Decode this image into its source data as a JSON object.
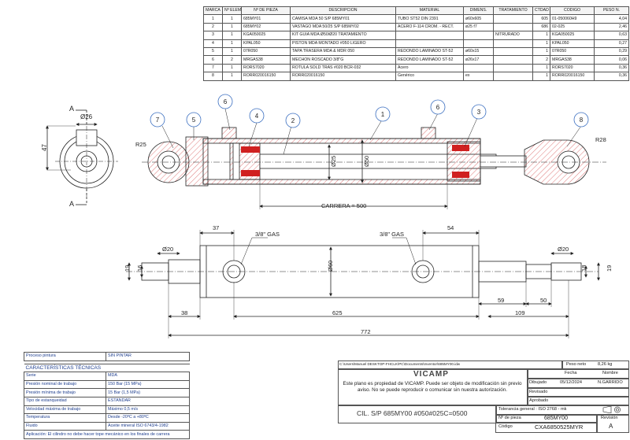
{
  "bom": {
    "headers": [
      "MARCA",
      "Nº ELEM",
      "Nº DE PIEZA",
      "DESCRIPCION",
      "MATERIAL",
      "DIMENS.",
      "TRATAMIENTO",
      "CTDAD",
      "CODIGO",
      "PESO N."
    ],
    "rows": [
      [
        "1",
        "1",
        "685MY01",
        "CAMISA MDA 50 S/P 685MY01",
        "TUBO ST52 DIN 2391",
        "ø60x605",
        "",
        "605",
        "01-050060H9",
        "4,04"
      ],
      [
        "2",
        "1",
        "685MY02",
        "VASTAGO MDA 50/25 S/P 685MY02",
        "ACERO F-114 CROM. - RECT.",
        "ø25 f7",
        "",
        "686",
        "02-025",
        "2,46"
      ],
      [
        "3",
        "1",
        "KGA050025",
        "KIT GUIA MDA Ø50/Ø20 TRATAMIENTO",
        "",
        "",
        "NITRURADO",
        "1",
        "KGA050025",
        "0,63"
      ],
      [
        "4",
        "1",
        "KPAL050",
        "PISTON MDA MONTADO #050 LIGERO",
        "",
        "",
        "",
        "1",
        "KPAL050",
        "0,27"
      ],
      [
        "5",
        "1",
        "07R050",
        "TAPA TRASERA MDA & MDR 050",
        "REDONDO LAMINADO ST-52",
        "ø60x15",
        "",
        "1",
        "07R050",
        "0,29"
      ],
      [
        "6",
        "2",
        "MRGAS38",
        "MECHON ROSCADO 3/8\"G",
        "REDONDO LAMINADO ST-52",
        "ø26x17",
        "",
        "2",
        "MRGAS38",
        "0,06"
      ],
      [
        "7",
        "1",
        "RORS7020",
        "ROTULA SOLD TRAS #020 BCR-032",
        "Acero",
        "",
        "",
        "1",
        "RORS7020",
        "0,36"
      ],
      [
        "8",
        "1",
        "RORR020016150",
        "RORR020016150",
        "Genérico",
        "ex",
        "",
        "1",
        "RORR020016150",
        "0,36"
      ]
    ]
  },
  "drawing": {
    "section_label": "A",
    "balloons": [
      "7",
      "5",
      "6",
      "4",
      "2",
      "1",
      "6",
      "3",
      "8"
    ],
    "dims": {
      "d26": "Ø26",
      "r25": "R25",
      "d47": "47",
      "d25": "Ø25",
      "d50": "Ø50",
      "carrera": "CARRERA = 500",
      "r28": "R28",
      "d37": "37",
      "gas": "3/8\" GAS",
      "d54": "54",
      "d20": "Ø20",
      "d19": "19",
      "d16": "16",
      "d60": "Ø60",
      "d18": "18",
      "d59": "59",
      "d50b": "50",
      "d38": "38",
      "d625": "625",
      "d109": "109",
      "d772": "772"
    }
  },
  "titleblock_left": {
    "proceso_label": "Proceso pintura",
    "proceso_value": "SIN PINTAR",
    "heading": "CARACTERÍSTICAS TÉCNICAS",
    "rows": [
      [
        "Serie",
        "MDA"
      ],
      [
        "Presión nominal de trabajo",
        "150 Bar (15 MPa)"
      ],
      [
        "Presión mínima de trabajo",
        "15 Bar (1,5 MPa)"
      ],
      [
        "Tipo de estanqueidad",
        "ESTANDAR"
      ],
      [
        "Velocidad máxima de trabajo",
        "Máximo 0,5 m/s"
      ],
      [
        "Temperatura",
        "Desde -20ºC a +80ºC"
      ],
      [
        "Fluido",
        "Aceite mineral ISO 6743/4-1982"
      ]
    ],
    "footer": "Aplicación: El cilindro no debe hacer tope mecánico en los finales de carrera"
  },
  "titleblock_right": {
    "path": "C:\\Users\\Manuel DESKTOP-FHCLK\\PC\\Documents\\Inventor\\685MY00.idw",
    "peso_label": "Peso neto",
    "peso_value": "8,26 kg",
    "fecha_label": "Fecha",
    "nombre_label": "Nombre",
    "dibujado_label": "Dibujado",
    "dibujado_fecha": "05/12/2024",
    "dibujado_nombre": "N.GARRIDO",
    "revisado_label": "Revisado",
    "aprobado_label": "Aprobado",
    "company": "VICAMP",
    "notice": "Este plano es propiedad de VICAMP. Puede ser objeto de modificación sin previo aviso. No se puede reproducir o comunicar sin nuestra autorización.",
    "part_title": "CIL. S/P 685MY00 #050#025C=0500",
    "tolerancia": "Tolerancia general : ISO 2768 - mk",
    "pieza_label": "Nº de pieza",
    "pieza_value": "685MY00",
    "revision_label": "Revisión",
    "revision_value": "A",
    "codigo_label": "Código",
    "codigo_value": "CXA6850525MYR"
  }
}
